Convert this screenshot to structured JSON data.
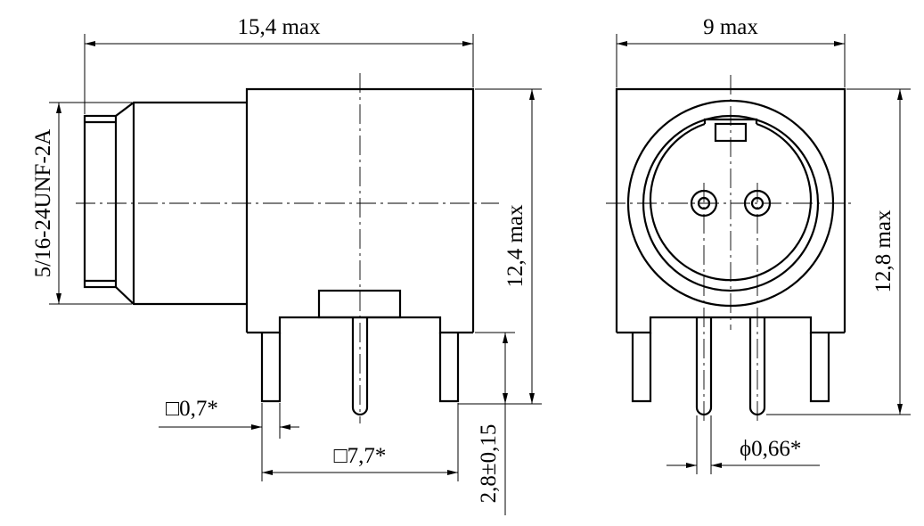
{
  "drawing": {
    "dimensions": {
      "overall_length": "15,4 max",
      "overall_width": "9 max",
      "thread": "5/16-24UNF-2A",
      "height_side": "12,4 max",
      "height_front": "12,8 max",
      "pin_square": "□0,7*",
      "pin_spacing": "□7,7*",
      "pin_length": "2,8±0,15",
      "pin_diameter": "ϕ0,66*"
    }
  }
}
